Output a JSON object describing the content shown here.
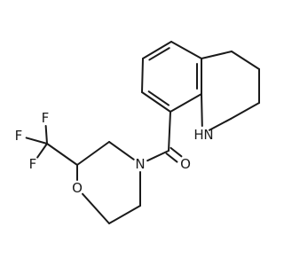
{
  "molecule": {
    "atoms": [
      {
        "id": "F1",
        "label": "F",
        "color": "#1a1a1a"
      },
      {
        "id": "F2",
        "label": "F",
        "color": "#1a1a1a"
      },
      {
        "id": "F3",
        "label": "F",
        "color": "#1a1a1a"
      },
      {
        "id": "N_morph",
        "label": "N",
        "color": "#1a1a1a"
      },
      {
        "id": "O_morph",
        "label": "O",
        "color": "#1a1a1a"
      },
      {
        "id": "O_carbonyl",
        "label": "O",
        "color": "#1a1a1a"
      },
      {
        "id": "NH",
        "label": "N",
        "color": "#1a1a1a"
      },
      {
        "id": "NH_H",
        "label": "H",
        "color": "#1a1a1a"
      }
    ]
  }
}
